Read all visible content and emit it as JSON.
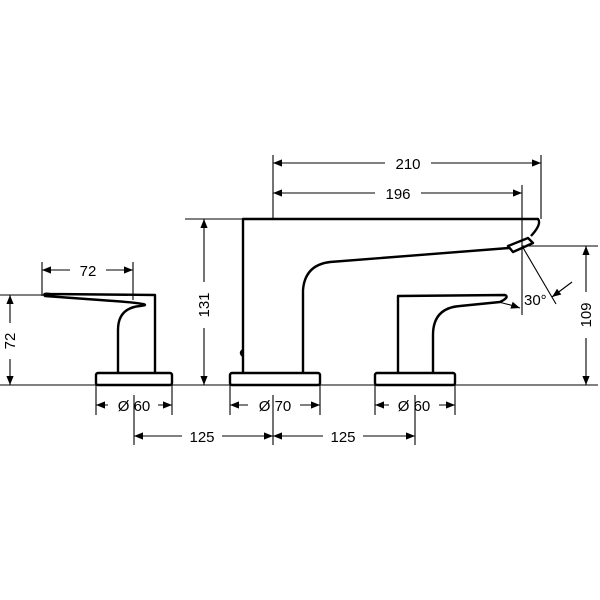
{
  "dimensions": {
    "spout_reach_total": "210",
    "spout_reach": "196",
    "spout_height": "131",
    "outlet_height": "109",
    "outlet_angle": "30°",
    "handle_length": "72",
    "handle_height": "72",
    "left_base_diameter": "Ø 60",
    "spout_base_diameter": "Ø 70",
    "right_base_diameter": "Ø 60",
    "spacing_left": "125",
    "spacing_right": "125"
  },
  "colors": {
    "line": "#000000",
    "background": "#ffffff"
  }
}
